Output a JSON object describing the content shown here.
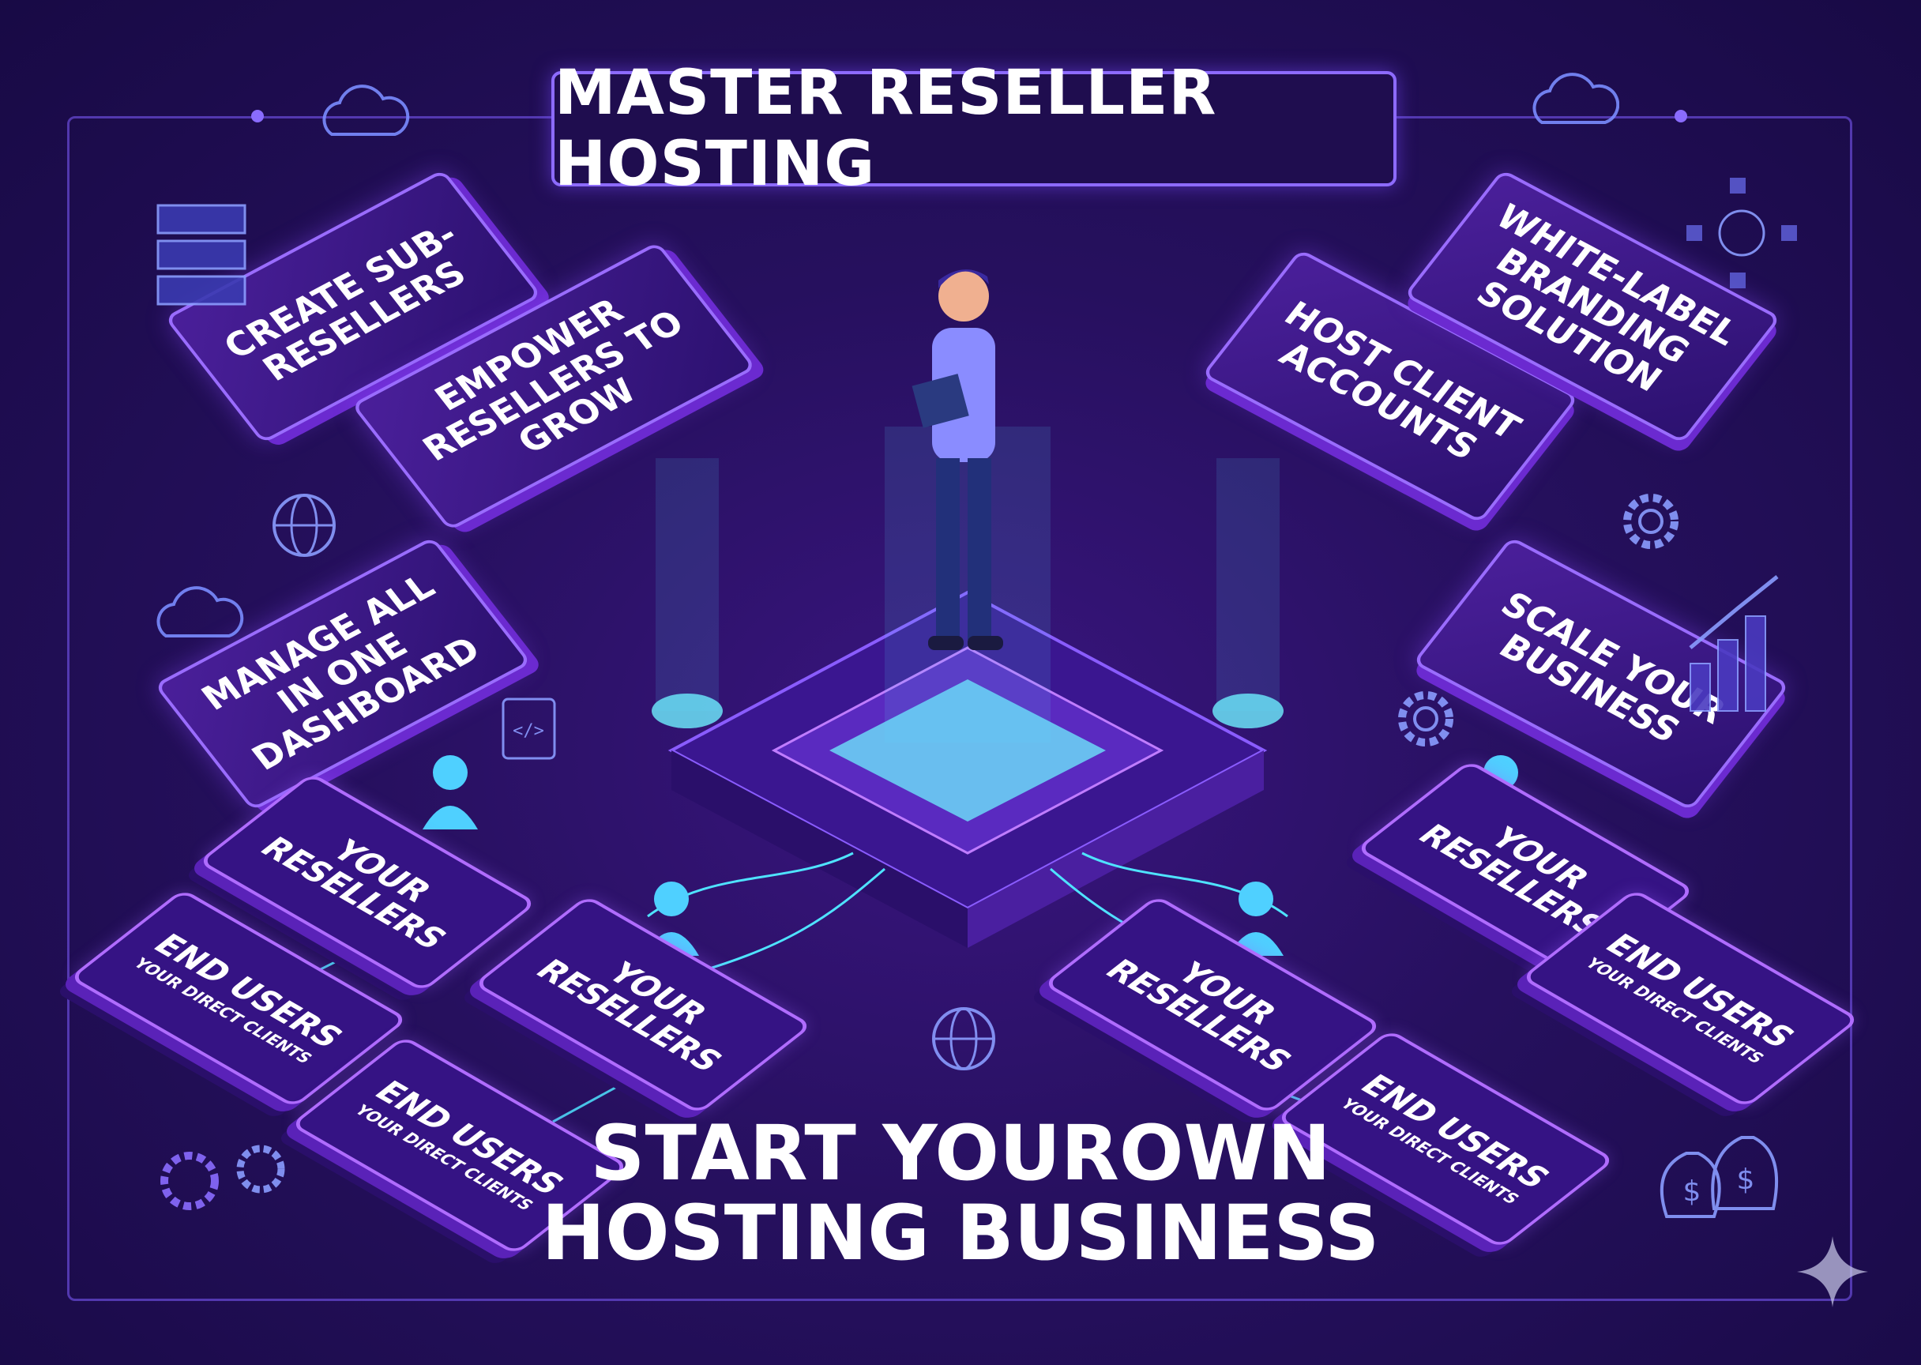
{
  "title": "MASTER RESELLER HOSTING",
  "features_left": [
    "CREATE SUB-RESELLERS",
    "EMPOWER RESELLERS TO GROW",
    "MANAGE ALL IN ONE DASHBOARD"
  ],
  "features_right": [
    "HOST CLIENT ACCOUNTS",
    "WHITE-LABEL BRANDING SOLUTION",
    "SCALE YOUR BUSINESS"
  ],
  "reseller_label": "YOUR RESELLERS",
  "end_users": {
    "title": "END USERS",
    "subtitle": "YOUR DIRECT CLIENTS"
  },
  "bottom": {
    "line1": "START YOUROWN",
    "line2": "HOSTING BUSINESS"
  },
  "colors": {
    "accent": "#9a6cff",
    "glow": "#4fe3ff",
    "bg": "#26105e"
  }
}
